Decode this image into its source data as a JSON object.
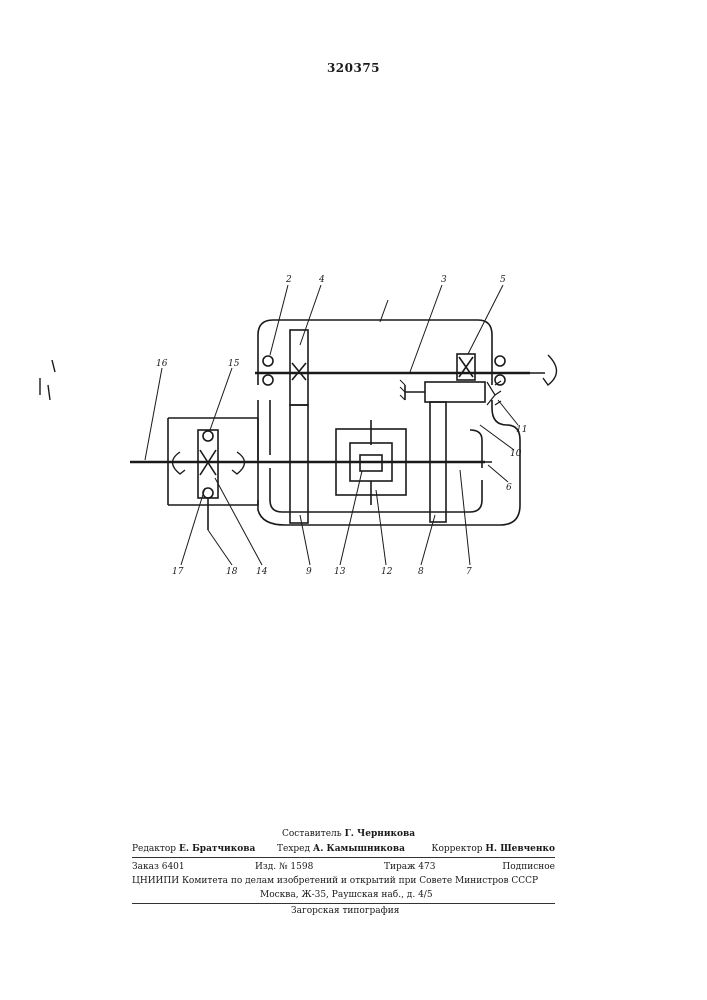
{
  "patent_number": "320375",
  "figure_labels": [
    "2",
    "4",
    "3",
    "5",
    "15",
    "16",
    "11",
    "10",
    "6",
    "17",
    "18",
    "14",
    "9",
    "13",
    "12",
    "8",
    "7"
  ],
  "imprint": {
    "compiler_label": "Составитель",
    "compiler_name": "Г. Черникова",
    "editor_label": "Редактор",
    "editor_name": "Е. Братчикова",
    "techred_label": "Техред",
    "techred_name": "А. Камышникова",
    "corrector_label": "Корректор",
    "corrector_name": "Н. Шевченко",
    "order": "Заказ 6401",
    "edition": "Изд. № 1598",
    "circulation": "Тираж 473",
    "subscription": "Подписное",
    "institute": "ЦНИИПИ Комитета по делам изобретений и открытий при Совете Министров СССР",
    "address": "Москва, Ж-35, Раушская наб., д. 4/5",
    "printer": "Загорская типография"
  }
}
